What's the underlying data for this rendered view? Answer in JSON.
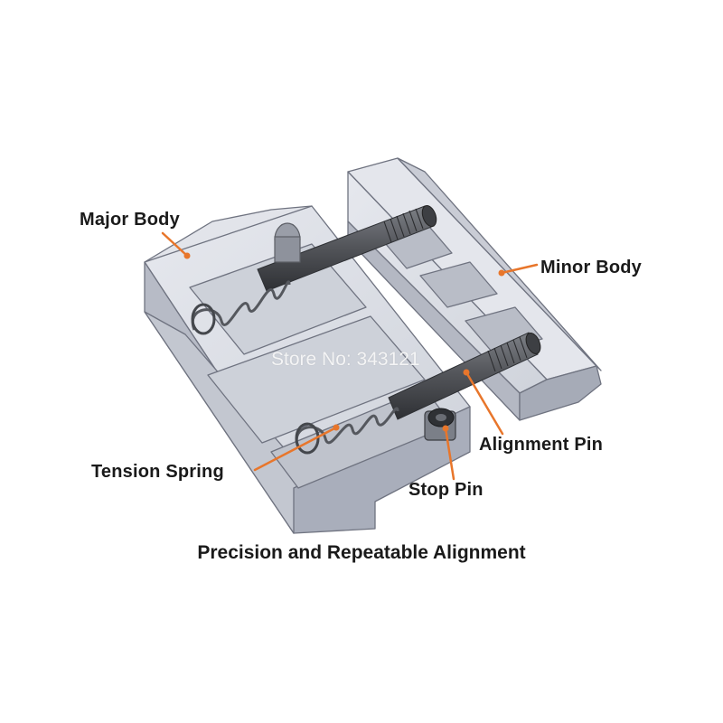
{
  "labels": {
    "major_body": "Major Body",
    "minor_body": "Minor Body",
    "alignment_pin": "Alignment Pin",
    "tension_spring": "Tension Spring",
    "stop_pin": "Stop Pin"
  },
  "caption": "Precision and Repeatable Alignment",
  "watermark": "Store No: 343121",
  "colors": {
    "leader": "#e8762b",
    "body_light": "#dcdfe6",
    "body_mid": "#c4c8d1",
    "body_dark": "#a9aebb",
    "edge": "#6f7380",
    "pin": "#5a5c61",
    "pin_dark": "#35373b"
  }
}
